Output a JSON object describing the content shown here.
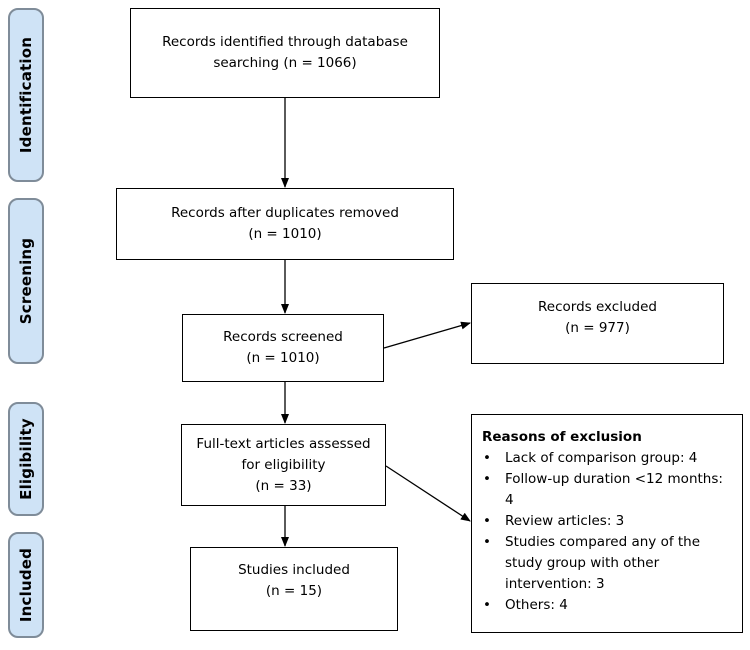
{
  "phases": {
    "identification": "Identification",
    "screening": "Screening",
    "eligibility": "Eligibility",
    "included": "Included"
  },
  "boxes": {
    "identified": {
      "line1": "Records identified through database",
      "line2": "searching (n = 1066)"
    },
    "duplicates_removed": {
      "line1": "Records after duplicates removed",
      "line2": "(n = 1010)"
    },
    "screened": {
      "line1": "Records screened",
      "line2": "(n = 1010)"
    },
    "excluded": {
      "line1": "Records excluded",
      "line2": "(n = 977)"
    },
    "full_text": {
      "line1": "Full-text articles assessed",
      "line2": "for eligibility",
      "line3": "(n = 33)"
    },
    "included": {
      "line1": "Studies included",
      "line2": "(n = 15)"
    }
  },
  "exclusion_reasons": {
    "title": "Reasons of exclusion",
    "bullet": "•",
    "items": [
      [
        "Lack of comparison group: 4"
      ],
      [
        "Follow-up duration <12",
        "months: 4"
      ],
      [
        "Review articles: 3"
      ],
      [
        "Studies compared any of the",
        "study group with other",
        "intervention: 3"
      ],
      [
        "Others: 4"
      ]
    ]
  }
}
